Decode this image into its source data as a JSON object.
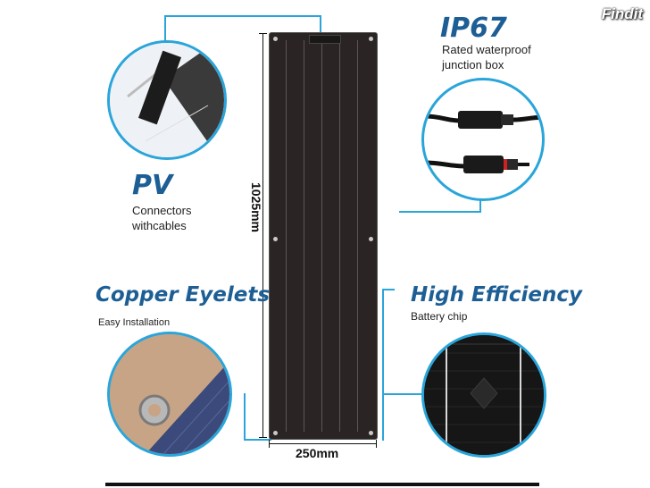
{
  "watermark": "Findit",
  "pv": {
    "title": "PV",
    "line1": "Connectors",
    "line2": "withcables"
  },
  "ip67": {
    "title": "IP67",
    "line1": "Rated waterproof",
    "line2": "junction box"
  },
  "copper": {
    "title": "Copper Eyelets",
    "sub": "Easy Installation"
  },
  "efficiency": {
    "title": "High Efficiency",
    "sub": "Battery chip"
  },
  "dimensions": {
    "height": "1025mm",
    "width": "250mm"
  },
  "colors": {
    "accent": "#2aa5da",
    "title": "#1d5f95",
    "panel": "#2a2524"
  }
}
